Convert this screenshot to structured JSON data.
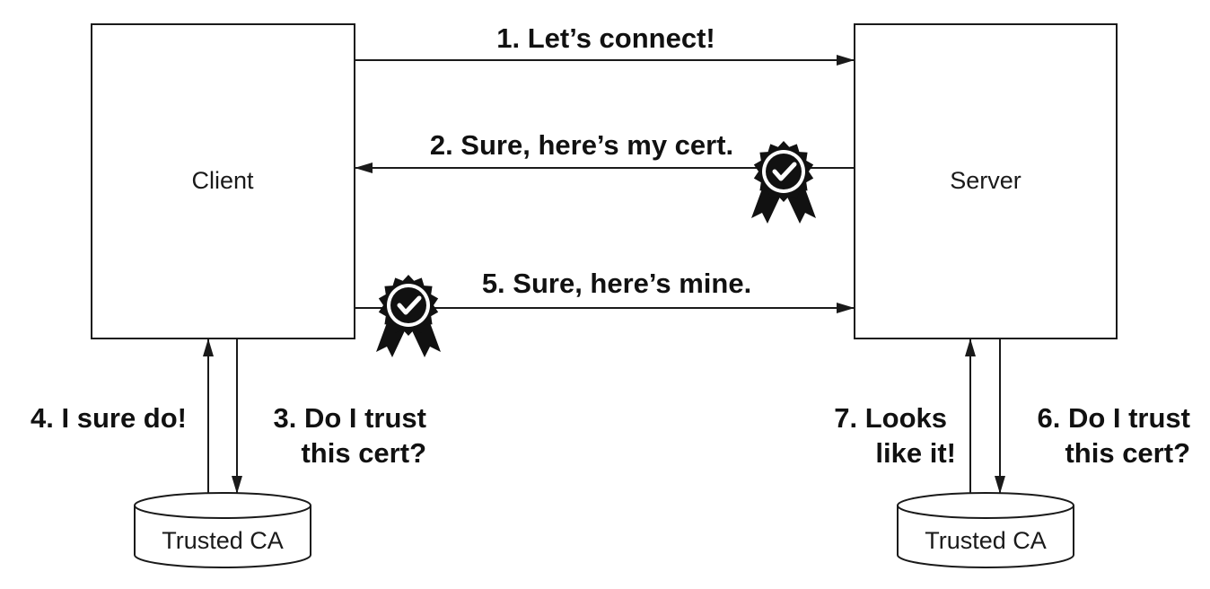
{
  "colors": {
    "stroke": "#1a1a1a",
    "background": "#ffffff",
    "badge": "#111111",
    "text": "#111111"
  },
  "nodes": {
    "client": "Client",
    "server": "Server",
    "client_ca": "Trusted CA",
    "server_ca": "Trusted CA"
  },
  "messages": {
    "m1": "1. Let’s connect!",
    "m2": "2. Sure, here’s my cert.",
    "m3_line1": "3. Do I trust",
    "m3_line2": "this cert?",
    "m4": "4. I sure do!",
    "m5": "5. Sure, here’s mine.",
    "m6_line1": "6. Do I trust",
    "m6_line2": "this cert?",
    "m7_line1": "7. Looks",
    "m7_line2": "like it!"
  },
  "icons": {
    "server_cert": "certificate-badge-icon",
    "client_cert": "certificate-badge-icon"
  }
}
